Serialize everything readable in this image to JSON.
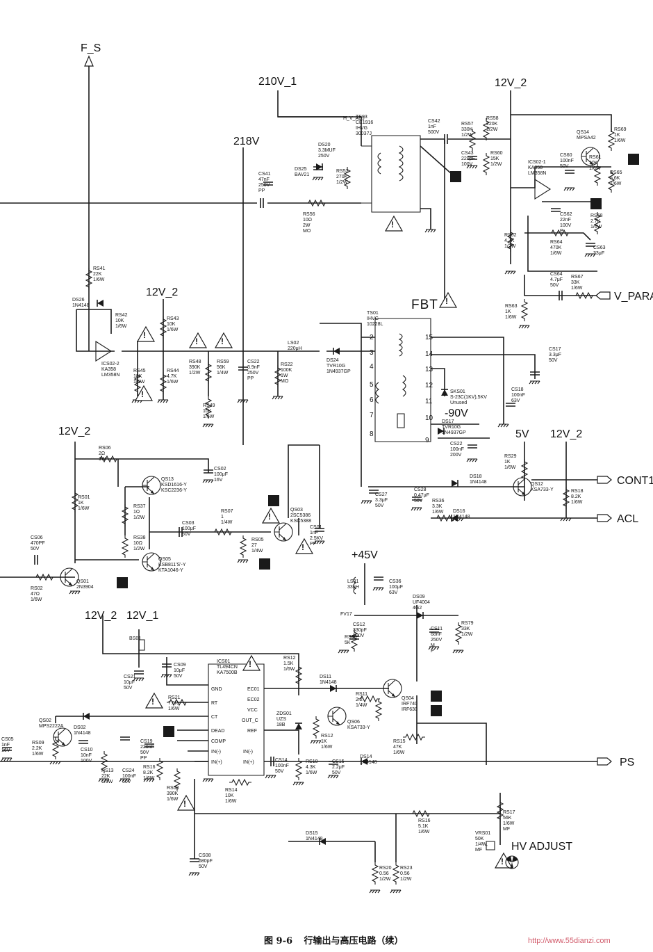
{
  "caption": {
    "figure": "图 9-6",
    "title": "行输出与高压电路（续）"
  },
  "watermark": "http://www.55dianzi.com",
  "nets": {
    "fs": "F_S",
    "v210": "210V_1",
    "v12_top": "12V_2",
    "v218": "218V",
    "v12_mid": "12V_2",
    "fbt": "FBT",
    "v12_left": "12V_2",
    "neg90": "-90V",
    "v5": "5V",
    "v12_right": "12V_2",
    "cont1": "CONT1",
    "acl": "ACL",
    "v45": "+45V",
    "v12_bot": "12V_2",
    "v12_1": "12V_1",
    "ps": "PS",
    "v_para": "V_PARA",
    "hv_adjust": "HV ADJUST"
  },
  "parts": [
    {
      "key": "rs41",
      "text": "RS41 22K 1/6W"
    },
    {
      "key": "ds26",
      "text": "DS26 1N4148"
    },
    {
      "key": "ics02_2",
      "text": "ICS02-2 KA358 LM358N"
    },
    {
      "key": "rs42",
      "text": "RS42 10K 1/6W"
    },
    {
      "key": "rs43",
      "text": "RS43 10K 1/6W"
    },
    {
      "key": "rs45",
      "text": "RS45 18K 1/6W"
    },
    {
      "key": "rs44",
      "text": "RS44 4.7K 1/6W"
    },
    {
      "key": "rs48",
      "text": "RS48 390K 1/2W"
    },
    {
      "key": "rs59",
      "text": "RS59 56K 1/4W"
    },
    {
      "key": "rs49",
      "text": "RS49 10K 1/6W"
    },
    {
      "key": "cs22",
      "text": "CS22 3.9nF 250V PP"
    },
    {
      "key": "rs22",
      "text": "RS22 100K 1W MO"
    },
    {
      "key": "ls02",
      "text": "LS02 220μH"
    },
    {
      "key": "ds24",
      "text": "DS24 TVR10G 1N4937GP"
    },
    {
      "key": "ds20",
      "text": "DS20 3.3MUF 250V"
    },
    {
      "key": "ds25",
      "text": "DS25 BAV21"
    },
    {
      "key": "rs53",
      "text": "RS53 270K 1/2W"
    },
    {
      "key": "cs41",
      "text": "CS41 47nF 250V PP"
    },
    {
      "key": "rs56",
      "text": "RS56 10Ω 2W MO"
    },
    {
      "key": "ts03",
      "text": "TS03 CE1916 IHVG 30037J"
    },
    {
      "key": "cs42",
      "text": "CS42 1nF 500V"
    },
    {
      "key": "cs43",
      "text": "CS43 220pF 100V"
    },
    {
      "key": "rs57",
      "text": "RS57 330K 1/2W"
    },
    {
      "key": "rs58",
      "text": "RS58 220K 1/2W"
    },
    {
      "key": "rs60",
      "text": "RS60 15K 1/2W"
    },
    {
      "key": "hv_adj_top",
      "text": "H_V_ADJ"
    },
    {
      "key": "qs14",
      "text": "QS14 MPSA42"
    },
    {
      "key": "rs69",
      "text": "RS69 1K 1/6W"
    },
    {
      "key": "cs60",
      "text": "CS60 100nF 50V"
    },
    {
      "key": "rs61",
      "text": "RS61 10K 1/6W"
    },
    {
      "key": "rs65",
      "text": "RS65 5.6K 1/6W"
    },
    {
      "key": "ics02_1",
      "text": "ICS02-1 KA358 LM358N"
    },
    {
      "key": "rs62",
      "text": "RS62 4.7K 1/2W"
    },
    {
      "key": "cs62",
      "text": "CS62 22nF 100V P"
    },
    {
      "key": "rs68",
      "text": "RS68 2.7K 1/6W"
    },
    {
      "key": "rs64",
      "text": "RS64 470K 1/6W"
    },
    {
      "key": "cs63",
      "text": "CS63 33μF"
    },
    {
      "key": "cs64",
      "text": "CS64 4.7μF 50V"
    },
    {
      "key": "rs67",
      "text": "RS67 33K 1/6W"
    },
    {
      "key": "rs63",
      "text": "RS63 1K 1/6W"
    },
    {
      "key": "ts01",
      "text": "TS01 IHVG 10228L"
    },
    {
      "key": "cs17",
      "text": "CS17 3.3μF 50V"
    },
    {
      "key": "sks01",
      "text": "SKS01 S-23C(1KV),5KV Unused"
    },
    {
      "key": "cs18",
      "text": "CS18 100nF 63V"
    },
    {
      "key": "ds17",
      "text": "DS17 TVR10G 1N4937GP"
    },
    {
      "key": "cs22b",
      "text": "CS22 100nF 200V"
    },
    {
      "key": "ds18",
      "text": "DS18 1N4148"
    },
    {
      "key": "qs12",
      "text": "QS12 KSA733-Y"
    },
    {
      "key": "rs29",
      "text": "RS29 1K 1/6W"
    },
    {
      "key": "rs18",
      "text": "RS18 8.2K 1/6W"
    },
    {
      "key": "cs27",
      "text": "CS27 3.3μF 50V"
    },
    {
      "key": "cs28",
      "text": "CS28 0.47μF 50V"
    },
    {
      "key": "rs36",
      "text": "RS36 3.3K 1/6W"
    },
    {
      "key": "ds16",
      "text": "DS16 1N4148"
    },
    {
      "key": "rs06",
      "text": "RS06 2Ω 1W"
    },
    {
      "key": "cs02",
      "text": "CS02 100μF 16V"
    },
    {
      "key": "rs01",
      "text": "RS01 1K 1/6W"
    },
    {
      "key": "qs13",
      "text": "QS13 KSD1616-Y KSC2236-Y"
    },
    {
      "key": "rs37",
      "text": "RS37 1Ω 1/2W"
    },
    {
      "key": "rs38",
      "text": "RS38 10Ω 1/2W"
    },
    {
      "key": "qs05",
      "text": "QS05 KSB811'S'-Y KTA1046-Y"
    },
    {
      "key": "cs03",
      "text": "CS03 100μF 50V"
    },
    {
      "key": "rs07",
      "text": "RS07 1 1/4W"
    },
    {
      "key": "rs05",
      "text": "RS05 27 1/4W"
    },
    {
      "key": "qs03",
      "text": "QS03 2SC5386 KSC5388"
    },
    {
      "key": "cs01",
      "text": "CS01 1nF 2.5KV PP"
    },
    {
      "key": "cs06",
      "text": "CS06 470PF 50V"
    },
    {
      "key": "rs02",
      "text": "RS02 47Ω 1/6W"
    },
    {
      "key": "qs01",
      "text": "QS01 2N3904"
    },
    {
      "key": "ls01",
      "text": "LS01 33μH"
    },
    {
      "key": "cs36",
      "text": "CS36 100μF 63V"
    },
    {
      "key": "ds09",
      "text": "DS09 UF4004 4G2"
    },
    {
      "key": "fv17",
      "text": "FV17"
    },
    {
      "key": "cs12",
      "text": "CS12 330pF 500V"
    },
    {
      "key": "cs11",
      "text": "CS11 68nF 250V M P"
    },
    {
      "key": "rs79",
      "text": "RS79 33K 1/2W"
    },
    {
      "key": "rs08",
      "text": "RS08 5K"
    },
    {
      "key": "bs01",
      "text": "BS01"
    },
    {
      "key": "ics01",
      "text": "ICS01 TL494CN KA7500B"
    },
    {
      "key": "cs09",
      "text": "CS09 10μF 50V"
    },
    {
      "key": "cs21",
      "text": "CS21 10μF 50V"
    },
    {
      "key": "rs12",
      "text": "RS12 1.5K 1/6W"
    },
    {
      "key": "rs21",
      "text": "RS21 7.5K 1/6W"
    },
    {
      "key": "qs02",
      "text": "QS02 MPS2222A"
    },
    {
      "key": "ds02",
      "text": "DS02 1N4148"
    },
    {
      "key": "cs05",
      "text": "CS05 1nF 16V"
    },
    {
      "key": "rs09",
      "text": "RS09 2.2K 1/6W"
    },
    {
      "key": "cs10",
      "text": "CS10 10nF 100V"
    },
    {
      "key": "rs13",
      "text": "RS13 22K 1/6W"
    },
    {
      "key": "cs24",
      "text": "CS24 100nF 50V"
    },
    {
      "key": "cs19",
      "text": "CS19 220nF 50V PP"
    },
    {
      "key": "rs16",
      "text": "RS16 8.2K 1/6W"
    },
    {
      "key": "rs03",
      "text": "RS03 390K 1/6W"
    },
    {
      "key": "rs14",
      "text": "RS14 10K 1/6W"
    },
    {
      "key": "zds01",
      "text": "ZDS01 UZS 18B"
    },
    {
      "key": "ds11",
      "text": "DS11 1N4148"
    },
    {
      "key": "rs11",
      "text": "RS11 2.2 1/4W"
    },
    {
      "key": "qs06",
      "text": "QS06 KSA733-Y"
    },
    {
      "key": "rs12b",
      "text": "RS12 1K 1/6W"
    },
    {
      "key": "qs04",
      "text": "QS04 IRF740 IRF630"
    },
    {
      "key": "cs14",
      "text": "CS14 100nF 50V"
    },
    {
      "key": "rs10",
      "text": "RS10 4.3K 1/6W"
    },
    {
      "key": "cs15",
      "text": "CS15 2.2μF 50V"
    },
    {
      "key": "ds14",
      "text": "DS14 1N4148"
    },
    {
      "key": "rs15",
      "text": "RS15 47K 1/6W"
    },
    {
      "key": "rs16b",
      "text": "RS16 5.1K 1/6W"
    },
    {
      "key": "rs17",
      "text": "RS17 56K 1/6W MF"
    },
    {
      "key": "vrs01",
      "text": "VRS01 50K 1/4W, MF"
    },
    {
      "key": "ds15",
      "text": "DS15 1N4148"
    },
    {
      "key": "cs08",
      "text": "CS08 680pF 50V"
    },
    {
      "key": "rs20",
      "text": "RS20 0.56 1/2W"
    },
    {
      "key": "rs23",
      "text": "RS23 0.56 1/2W"
    }
  ],
  "ic_pins": {
    "ics01": [
      "CT",
      "GND",
      "RT",
      "CT",
      "DEAD",
      "COMP",
      "IN(-)",
      "IN(+)",
      "EC01",
      "EC02",
      "VCC",
      "OUT_C",
      "REF",
      "IN(-)",
      "IN(+)"
    ]
  },
  "fbt_pins": [
    "2",
    "3",
    "4",
    "5",
    "6",
    "7",
    "8",
    "9",
    "10",
    "11",
    "12",
    "13",
    "14",
    "15"
  ],
  "warning_symbol": "!"
}
